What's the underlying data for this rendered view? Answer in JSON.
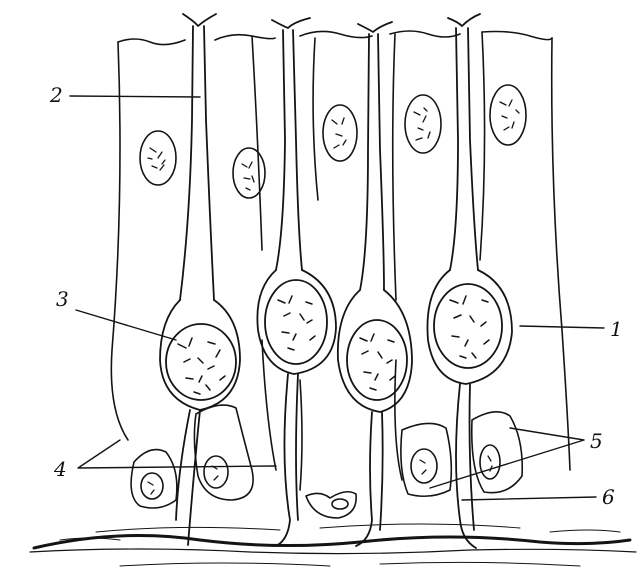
{
  "figure": {
    "labels": {
      "l1": "1",
      "l2": "2",
      "l3": "3",
      "l4": "4",
      "l5": "5",
      "l6": "6"
    },
    "ink_color": "#141414",
    "background": "#ffffff"
  }
}
